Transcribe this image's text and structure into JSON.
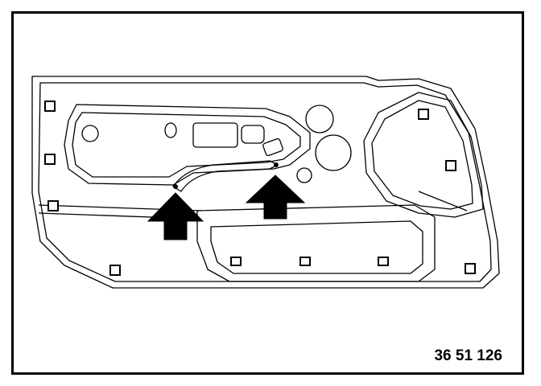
{
  "figure": {
    "number": "36 51 126",
    "line_color": "#000000",
    "fill_color": "#ffffff",
    "arrow_color": "#000000"
  },
  "diagram": {
    "subject": "door-trim-panel",
    "arrow_count": 2
  }
}
